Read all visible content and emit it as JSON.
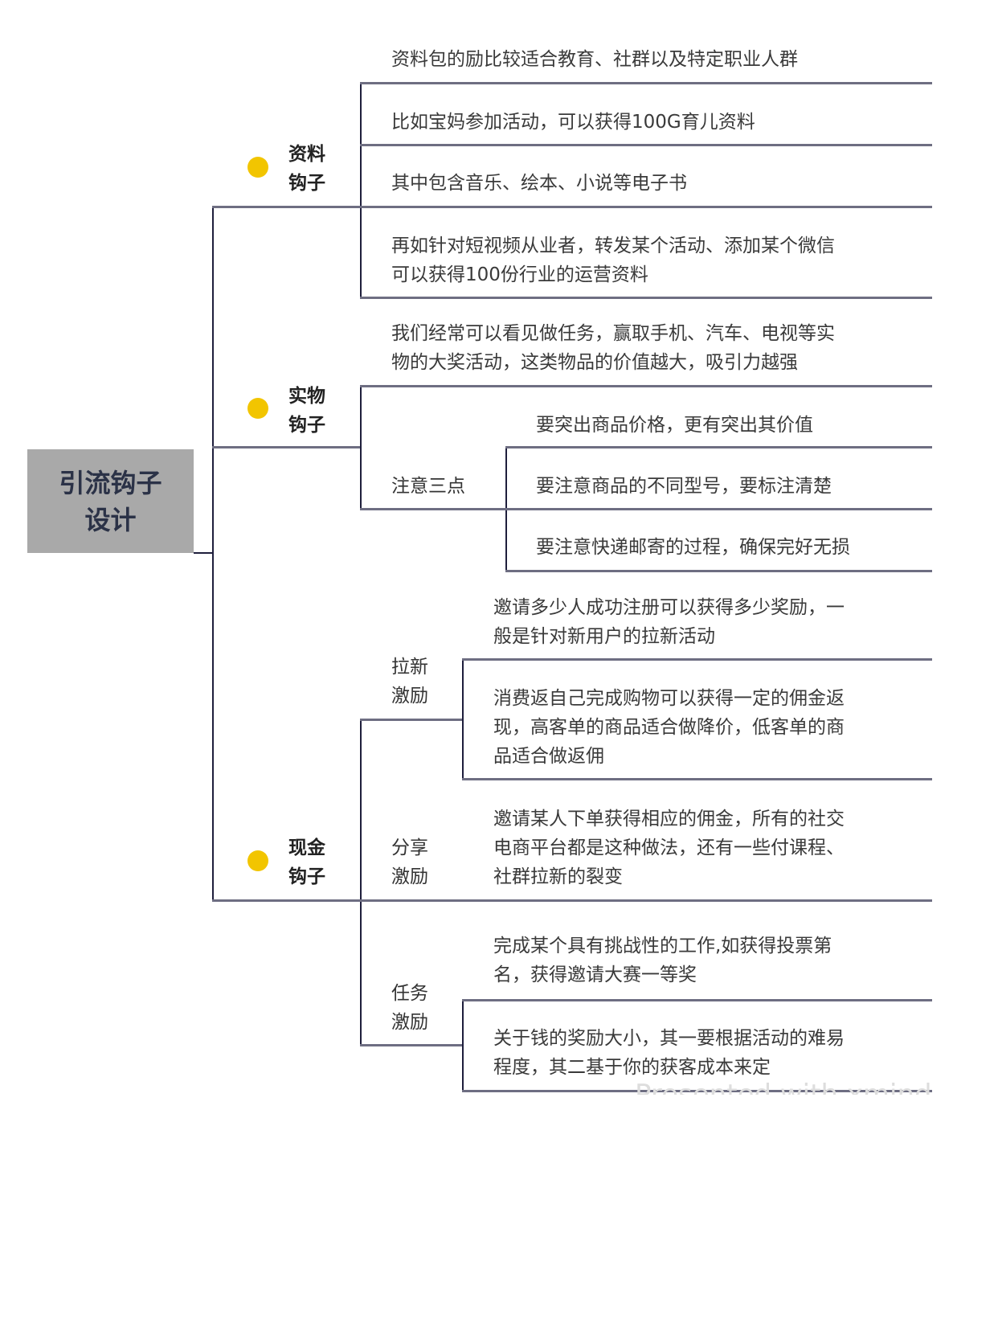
{
  "root": {
    "title": "引流钩子\n设计",
    "bg_color": "#a9a9a9"
  },
  "dot_color": "#f2c500",
  "branches": [
    {
      "label": "资料\n钩子",
      "items": [
        "资料包的励比较适合教育、社群以及特定职业人群",
        "比如宝妈参加活动，可以获得100G育儿资料",
        "其中包含音乐、绘本、小说等电子书",
        "再如针对短视频从业者，转发某个活动、添加某个微信\n可以获得100份行业的运营资料"
      ]
    },
    {
      "label": "实物\n钩子",
      "items": [
        "我们经常可以看见做任务，赢取手机、汽车、电视等实\n物的大奖活动，这类物品的价值越大，吸引力越强"
      ],
      "sub": {
        "label": "注意三点",
        "items": [
          "要突出商品价格，更有突出其价值",
          "要注意商品的不同型号，要标注清楚",
          "要注意快递邮寄的过程，确保完好无损"
        ]
      }
    },
    {
      "label": "现金\n钩子",
      "subs": [
        {
          "label": "拉新\n激励",
          "items": [
            "邀请多少人成功注册可以获得多少奖励，一\n般是针对新用户的拉新活动",
            "消费返自己完成购物可以获得一定的佣金返\n现，高客单的商品适合做降价，低客单的商\n品适合做返佣"
          ]
        },
        {
          "label": "分享\n激励",
          "items": [
            "邀请某人下单获得相应的佣金，所有的社交\n电商平台都是这种做法，还有一些付课程、\n社群拉新的裂变"
          ]
        },
        {
          "label": "任务\n激励",
          "items": [
            "完成某个具有挑战性的工作,如获得投票第\n名，获得邀请大赛一等奖",
            "关于钱的奖励大小，其一要根据活动的难易\n程度，其二基于你的获客成本来定"
          ]
        }
      ]
    }
  ],
  "watermark": "Presented with xmind"
}
